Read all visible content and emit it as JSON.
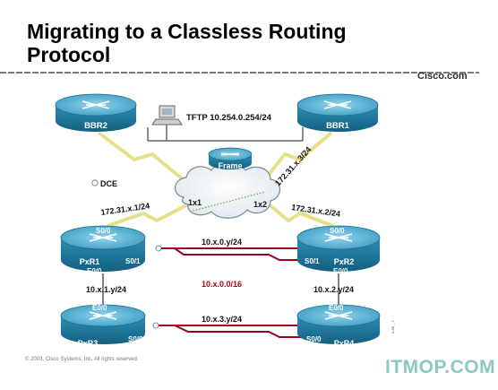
{
  "slide": {
    "title_line1": "Migrating to a Classless Routing",
    "title_line2": "Protocol",
    "brand": "Cisco.com",
    "copyright": "© 2003, Cisco Systems, Inc. All rights reserved.",
    "slide_id": "6-88 _ 2",
    "watermark": "ITMOP.COM"
  },
  "colors": {
    "router_body": "#1f7fa3",
    "router_top": "#5ab7d8",
    "serial_link": "#a00020",
    "frame_link": "#e6e08a",
    "ethernet": "#555555",
    "subnet_text": "#b0001a"
  },
  "routers": {
    "bbr2": "BBR2",
    "bbr1": "BBR1",
    "frame": "Frame",
    "pxr1": "PxR1",
    "pxr2": "PxR2",
    "pxr3": "PxR3",
    "pxr4": "PxR4"
  },
  "labels": {
    "tftp": "TFTP 10.254.0.254/24",
    "dce": "DCE",
    "bbr1_link": "172.31.x.3/24",
    "pxr1_frame": "172.31.x.1/24",
    "pxr2_frame": "172.31.x.2/24",
    "dlci_1x1": "1x1",
    "dlci_1x2": "1x2",
    "pxr1_s00": "S0/0",
    "pxr1_s01": "S0/1",
    "pxr1_e00": "E0/0",
    "pxr2_s00": "S0/0",
    "pxr2_s01": "S0/1",
    "pxr2_e00": "E0/0",
    "pxr3_e00": "E0/0",
    "pxr3_s00": "S0/0",
    "pxr4_e00": "E0/0",
    "pxr4_s00": "S0/0",
    "net_x0": "10.x.0.y/24",
    "net_x1": "10.x.1.y/24",
    "net_x2": "10.x.2.y/24",
    "net_x3": "10.x.3.y/24",
    "summary": "10.x.0.0/16"
  }
}
